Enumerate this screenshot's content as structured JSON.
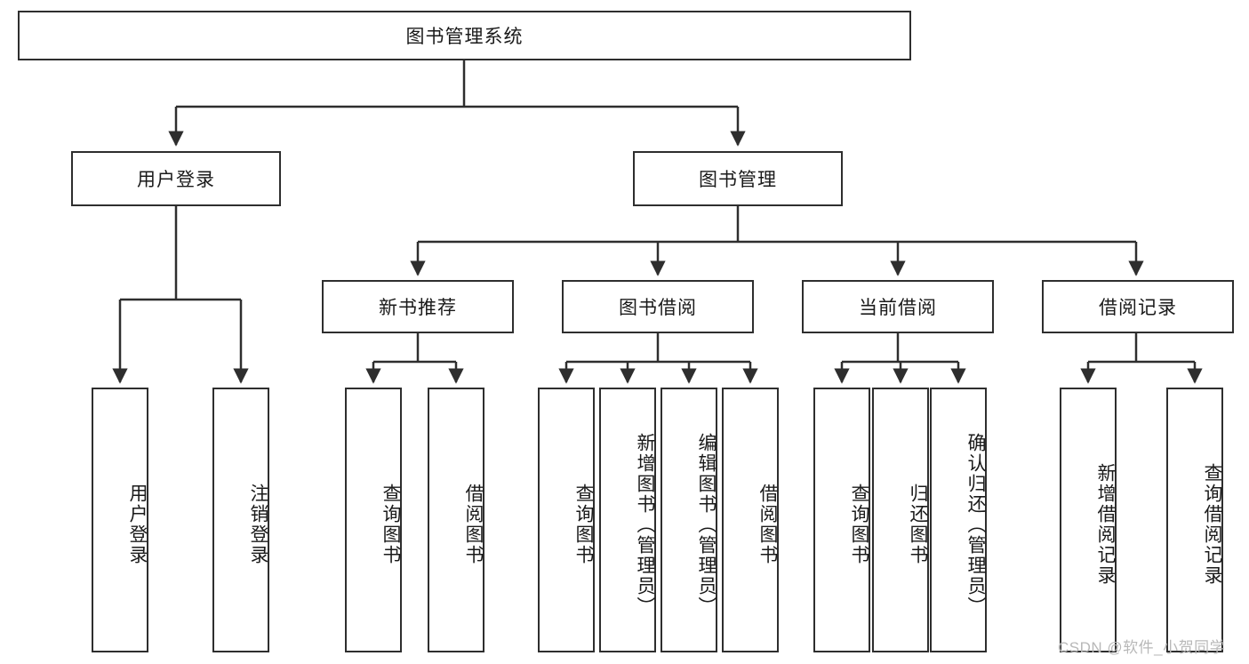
{
  "diagram": {
    "type": "tree-hierarchy",
    "title": "图书管理系统",
    "root": {
      "id": "root",
      "label": "图书管理系统",
      "level": 1
    },
    "level2": [
      {
        "id": "user-login",
        "label": "用户登录"
      },
      {
        "id": "book-management",
        "label": "图书管理"
      }
    ],
    "level3": [
      {
        "id": "new-book-recommend",
        "label": "新书推荐",
        "parent": "book-management"
      },
      {
        "id": "book-borrow",
        "label": "图书借阅",
        "parent": "book-management"
      },
      {
        "id": "current-borrow",
        "label": "当前借阅",
        "parent": "book-management"
      },
      {
        "id": "borrow-record",
        "label": "借阅记录",
        "parent": "book-management"
      }
    ],
    "leaves": {
      "user_login": [
        {
          "id": "leaf-user-login",
          "label": "用户登录"
        },
        {
          "id": "leaf-logout-login",
          "label": "注销登录"
        }
      ],
      "new_book_recommend": [
        {
          "id": "leaf-query-book-1",
          "label": "查询图书"
        },
        {
          "id": "leaf-borrow-book-1",
          "label": "借阅图书"
        }
      ],
      "book_borrow": [
        {
          "id": "leaf-query-book-2",
          "label": "查询图书"
        },
        {
          "id": "leaf-add-book",
          "label": "新增图书（管理员）"
        },
        {
          "id": "leaf-edit-book",
          "label": "编辑图书（管理员）"
        },
        {
          "id": "leaf-borrow-book-2",
          "label": "借阅图书"
        }
      ],
      "current_borrow": [
        {
          "id": "leaf-query-book-3",
          "label": "查询图书"
        },
        {
          "id": "leaf-return-book",
          "label": "归还图书"
        },
        {
          "id": "leaf-confirm-return",
          "label": "确认归还（管理员）"
        }
      ],
      "borrow_record": [
        {
          "id": "leaf-add-record",
          "label": "新增借阅记录"
        },
        {
          "id": "leaf-query-record",
          "label": "查询借阅记录"
        }
      ]
    }
  },
  "watermark": {
    "text": "CSDN @软件_小贺同学"
  },
  "colors": {
    "stroke": "#2e2e2e",
    "background": "#ffffff",
    "text": "#1a1a1a",
    "watermark": "#b8b8b8"
  }
}
